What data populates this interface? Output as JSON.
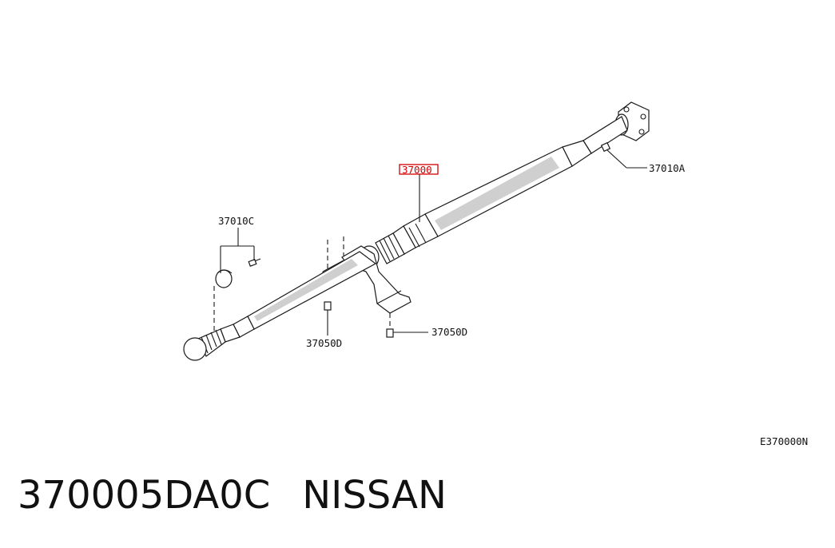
{
  "diagram": {
    "callouts": {
      "main_part": "37000",
      "front_joint": "37010A",
      "rear_joint": "37010C",
      "bolt_left": "37050D",
      "bolt_right": "37050D"
    },
    "figure_code": "E370000N",
    "highlight_color": "#d40000"
  },
  "caption": {
    "part_number": "370005DA0C",
    "brand": "NISSAN"
  }
}
